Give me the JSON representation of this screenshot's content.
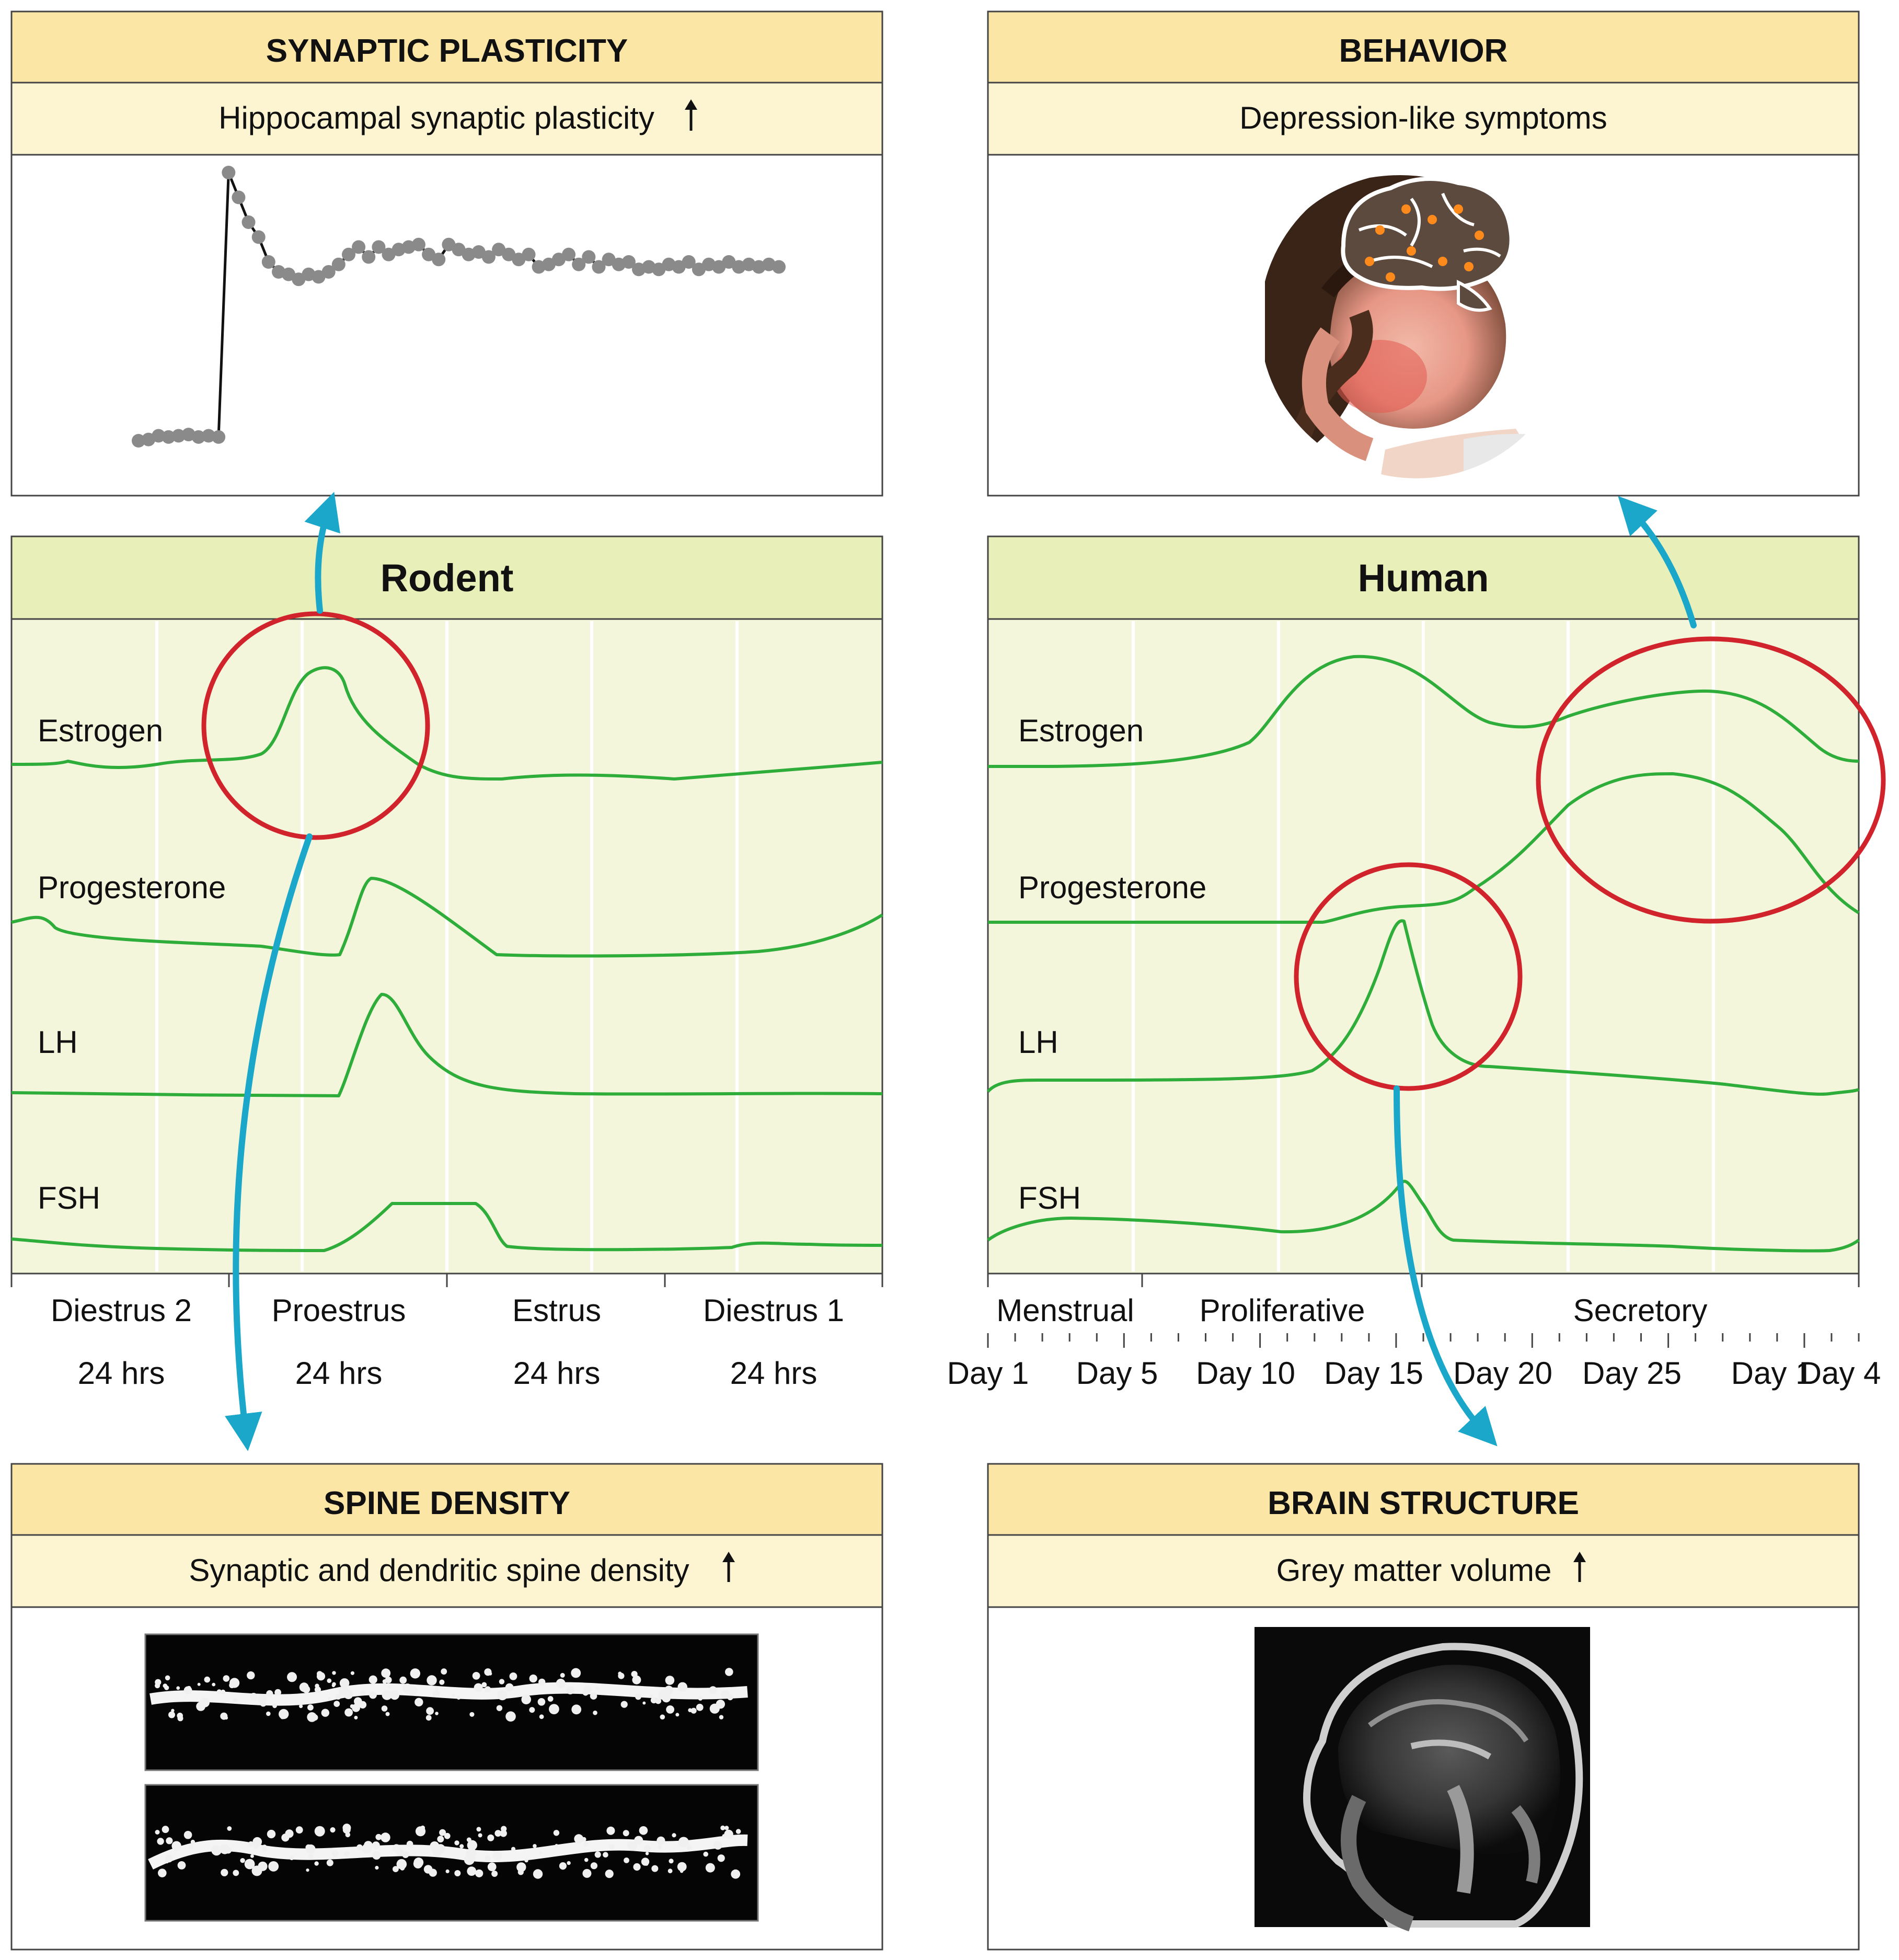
{
  "panels": {
    "synaptic_plasticity": {
      "title": "SYNAPTIC PLASTICITY",
      "subtitle": "Hippocampal synaptic plasticity"
    },
    "behavior": {
      "title": "BEHAVIOR",
      "subtitle": "Depression-like symptoms"
    },
    "spine_density": {
      "title": "SPINE DENSITY",
      "subtitle": "Synaptic and dendritic spine density"
    },
    "brain_structure": {
      "title": "BRAIN STRUCTURE",
      "subtitle": "Grey matter volume"
    }
  },
  "rodent": {
    "title": "Rodent",
    "hormones": [
      "Estrogen",
      "Progesterone",
      "LH",
      "FSH"
    ],
    "phases": [
      "Diestrus 2",
      "Proestrus",
      "Estrus",
      "Diestrus 1"
    ],
    "durations": [
      "24 hrs",
      "24 hrs",
      "24 hrs",
      "24 hrs"
    ]
  },
  "human": {
    "title": "Human",
    "hormones": [
      "Estrogen",
      "Progesterone",
      "LH",
      "FSH"
    ],
    "phases": [
      "Menstrual",
      "Proliferative",
      "Secretory"
    ],
    "days": [
      "Day 1",
      "Day 5",
      "Day 10",
      "Day 15",
      "Day 20",
      "Day 25",
      "Day 1",
      "Day 4"
    ]
  },
  "colors": {
    "header_fill": "#fbe6a6",
    "subheader_fill": "#fdf5d2",
    "cycle_header_fill": "#e9efb8",
    "cycle_body_fill": "#f4f6dc",
    "hormone_line": "#2fad3a",
    "highlight_circle": "#d0232b",
    "arrow": "#1aa7c9",
    "trace_point": "#8a8a8a"
  },
  "chart_data": {
    "type": "scatter",
    "series": [
      {
        "values": [
          12,
          12.5,
          14,
          13.5,
          14,
          14.5,
          13.5,
          14,
          13.5,
          120,
          110,
          100,
          94,
          84,
          80,
          79,
          77,
          79,
          78,
          80,
          83,
          87,
          90,
          86,
          90,
          87,
          89,
          90,
          91,
          87,
          85,
          91,
          89,
          87,
          88,
          86,
          89,
          87,
          85,
          87,
          82,
          83,
          85,
          87,
          83,
          86,
          82,
          85,
          83,
          84,
          81,
          82,
          81,
          83,
          82,
          84,
          81,
          83,
          82,
          84,
          82,
          83,
          82,
          83,
          82
        ]
      }
    ]
  }
}
